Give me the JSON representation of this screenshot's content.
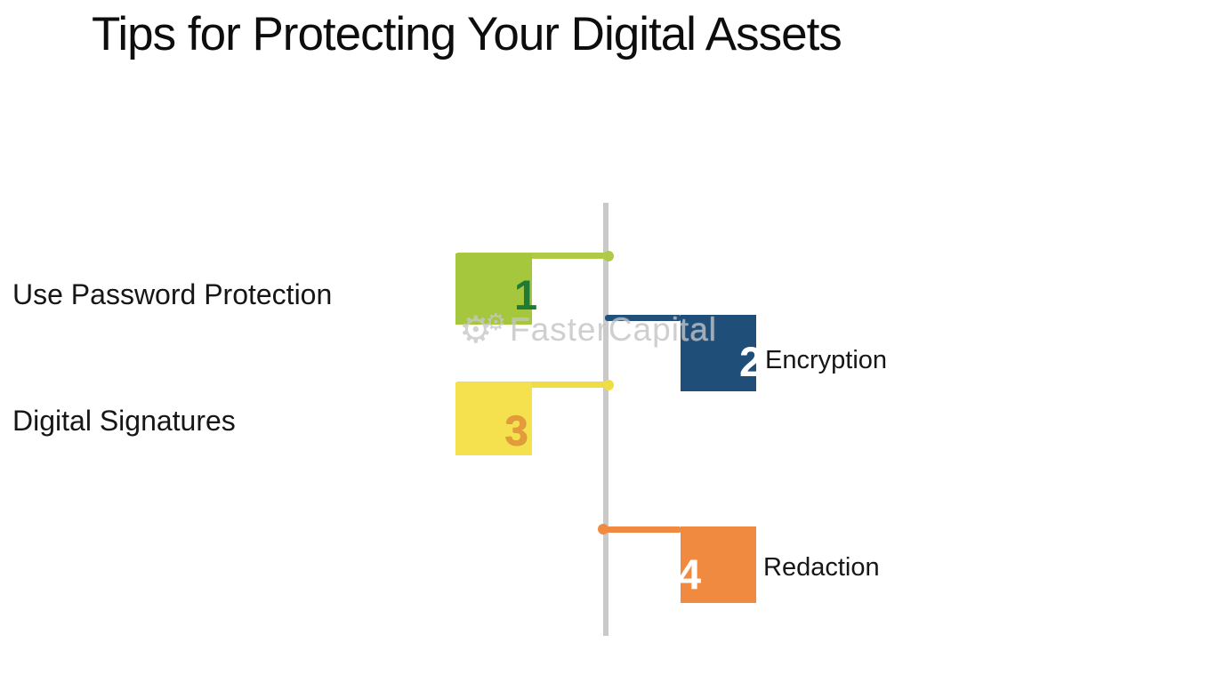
{
  "title": "Tips for Protecting Your Digital Assets",
  "watermark": {
    "text": "FasterCapital",
    "icon": "gear-icon",
    "color": "#c4c4c4"
  },
  "diagram": {
    "type": "vertical-timeline-flags",
    "axis_color": "#c9c9c9",
    "background_color": "#ffffff",
    "items": [
      {
        "number": "1",
        "label": "Use Password Protection",
        "side": "left",
        "flag_color": "#a5c73e",
        "number_color": "#1f7a38"
      },
      {
        "number": "2",
        "label": "Encryption",
        "side": "right",
        "flag_color": "#1f4e79",
        "number_color": "#ffffff"
      },
      {
        "number": "3",
        "label": "Digital Signatures",
        "side": "left",
        "flag_color": "#f5e14d",
        "number_color": "#e59a3c"
      },
      {
        "number": "4",
        "label": "Redaction",
        "side": "right",
        "flag_color": "#f18a41",
        "number_color": "#ffffff"
      }
    ]
  }
}
